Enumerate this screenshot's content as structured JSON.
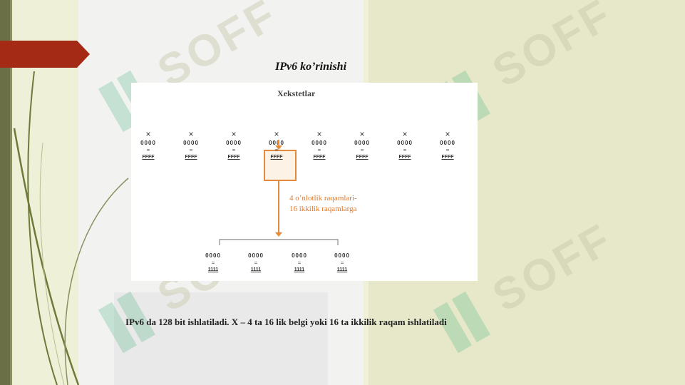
{
  "slide": {
    "title": "IPv6 ko’rinishi",
    "bottom_text": "IPv6 da  128  bit  ishlatiladi.   X – 4 ta 16 lik belgi yoki 16 ta ikkilik raqam ishlatiladi"
  },
  "figure": {
    "heading": "Xekstetlar",
    "x_marks": [
      "×",
      "×",
      "×",
      "×",
      "×",
      "×",
      "×",
      "×"
    ],
    "hex_values": [
      "0000",
      "0000",
      "0000",
      "0000",
      "0000",
      "0000",
      "0000",
      "0000"
    ],
    "hex_upper": [
      "FFFF",
      "FFFF",
      "FFFF",
      "FFFF",
      "FFFF",
      "FFFF",
      "FFFF",
      "FFFF"
    ],
    "equals": "=",
    "orange_label_line1": "4 o’nlotlik raqamlari-",
    "orange_label_line2": "16 ikkilik raqamlarga",
    "bottom_hex": [
      "0000",
      "0000",
      "0000",
      "0000"
    ],
    "bottom_bin": [
      "1111",
      "1111",
      "1111",
      "1111"
    ]
  },
  "watermark": {
    "text": "SOFF"
  },
  "colors": {
    "ribbon": "#a42a16",
    "highlight": "#e58a3a",
    "watermark_logo": "#3fae7a"
  }
}
